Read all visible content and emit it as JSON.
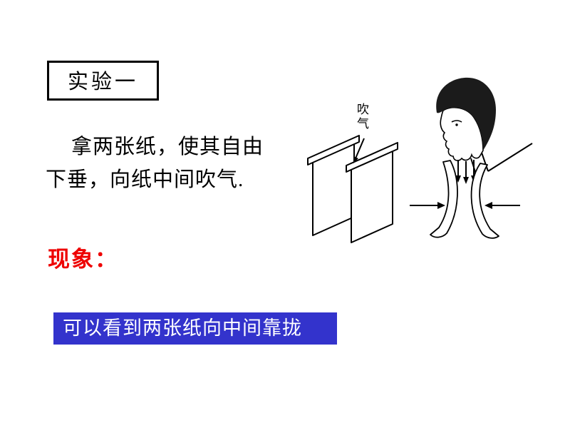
{
  "slide": {
    "experiment_box": "实验一",
    "instruction": {
      "line1": "拿两张纸，使其自由",
      "line2": "下垂，向纸中间吹气."
    },
    "phenomenon_label": "现象：",
    "result": "可以看到两张纸向中间靠拢",
    "illustration": {
      "blow_label": "吹气",
      "description_icons": [
        "hanging-papers",
        "blowing-face",
        "curved-papers-moving-inward"
      ]
    },
    "colors": {
      "phenomenon": "#ee0000",
      "result_bg": "#3333cc",
      "result_text": "#ffffff",
      "ink": "#000000"
    }
  }
}
